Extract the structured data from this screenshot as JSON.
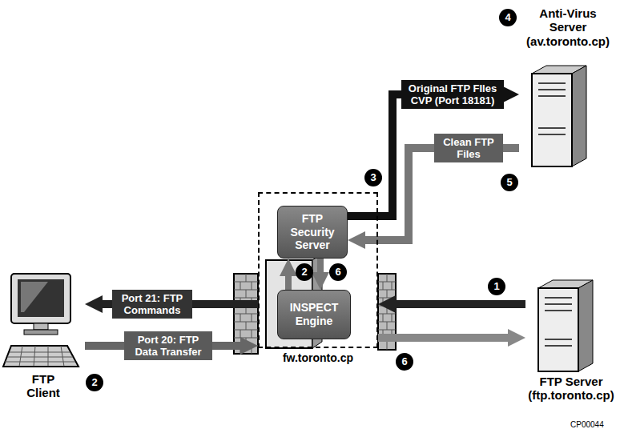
{
  "diagram": {
    "nodes": [
      {
        "text": [
          "FTP Client"
        ]
      },
      {
        "text": [
          "fw.toronto.cp"
        ]
      },
      {
        "text": [
          "FTP Security Server"
        ],
        "in": 1
      },
      {
        "text": [
          "INSPECT Engine"
        ],
        "in": 1
      },
      {
        "text": [
          "Anti-Virus Server (av.toronto.cp)"
        ]
      },
      {
        "text": [
          "FTP Server (ftp.toronto.cp)"
        ]
      }
    ],
    "edges": [
      {
        "from": 1,
        "to": 0,
        "arrow": "to",
        "label": "Port 21: FTP Commands"
      },
      {
        "from": 0,
        "to": 1,
        "arrow": "to",
        "label": "Port 20: FTP Data Transfer"
      },
      {
        "from": 5,
        "to": 1,
        "arrow": "to"
      },
      {
        "from": 1,
        "to": 5,
        "arrow": "to"
      },
      {
        "from": 2,
        "to": 4,
        "arrow": "to",
        "label": "Original FTP FIles CVP (Port 18181)"
      },
      {
        "from": 4,
        "to": 2,
        "arrow": "to",
        "label": "Clean FTP Files"
      },
      {
        "from": 3,
        "to": 2,
        "arrow": "to"
      },
      {
        "from": 2,
        "to": 3,
        "arrow": "to"
      }
    ],
    "labels": [
      "4",
      "3",
      "5",
      "2",
      "6",
      "1",
      "2",
      "6",
      "CP00044"
    ]
  }
}
